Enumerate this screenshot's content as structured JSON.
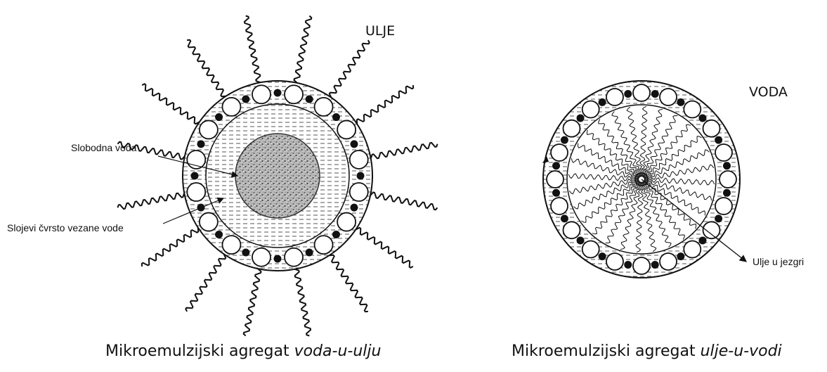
{
  "left_diagram": {
    "medium_label": "ULJE",
    "label_free_water": "Slobodna voda",
    "label_bound_layers": "Slojevi čvrsto vezane vode",
    "caption_prefix": "Mikroemulzijski agregat ",
    "caption_italic": "voda-u-ulju"
  },
  "right_diagram": {
    "medium_label": "VODA",
    "label_core": "Ulje u jezgri",
    "caption_prefix": "Mikroemulzijski agregat ",
    "caption_italic": "ulje-u-vodi"
  }
}
